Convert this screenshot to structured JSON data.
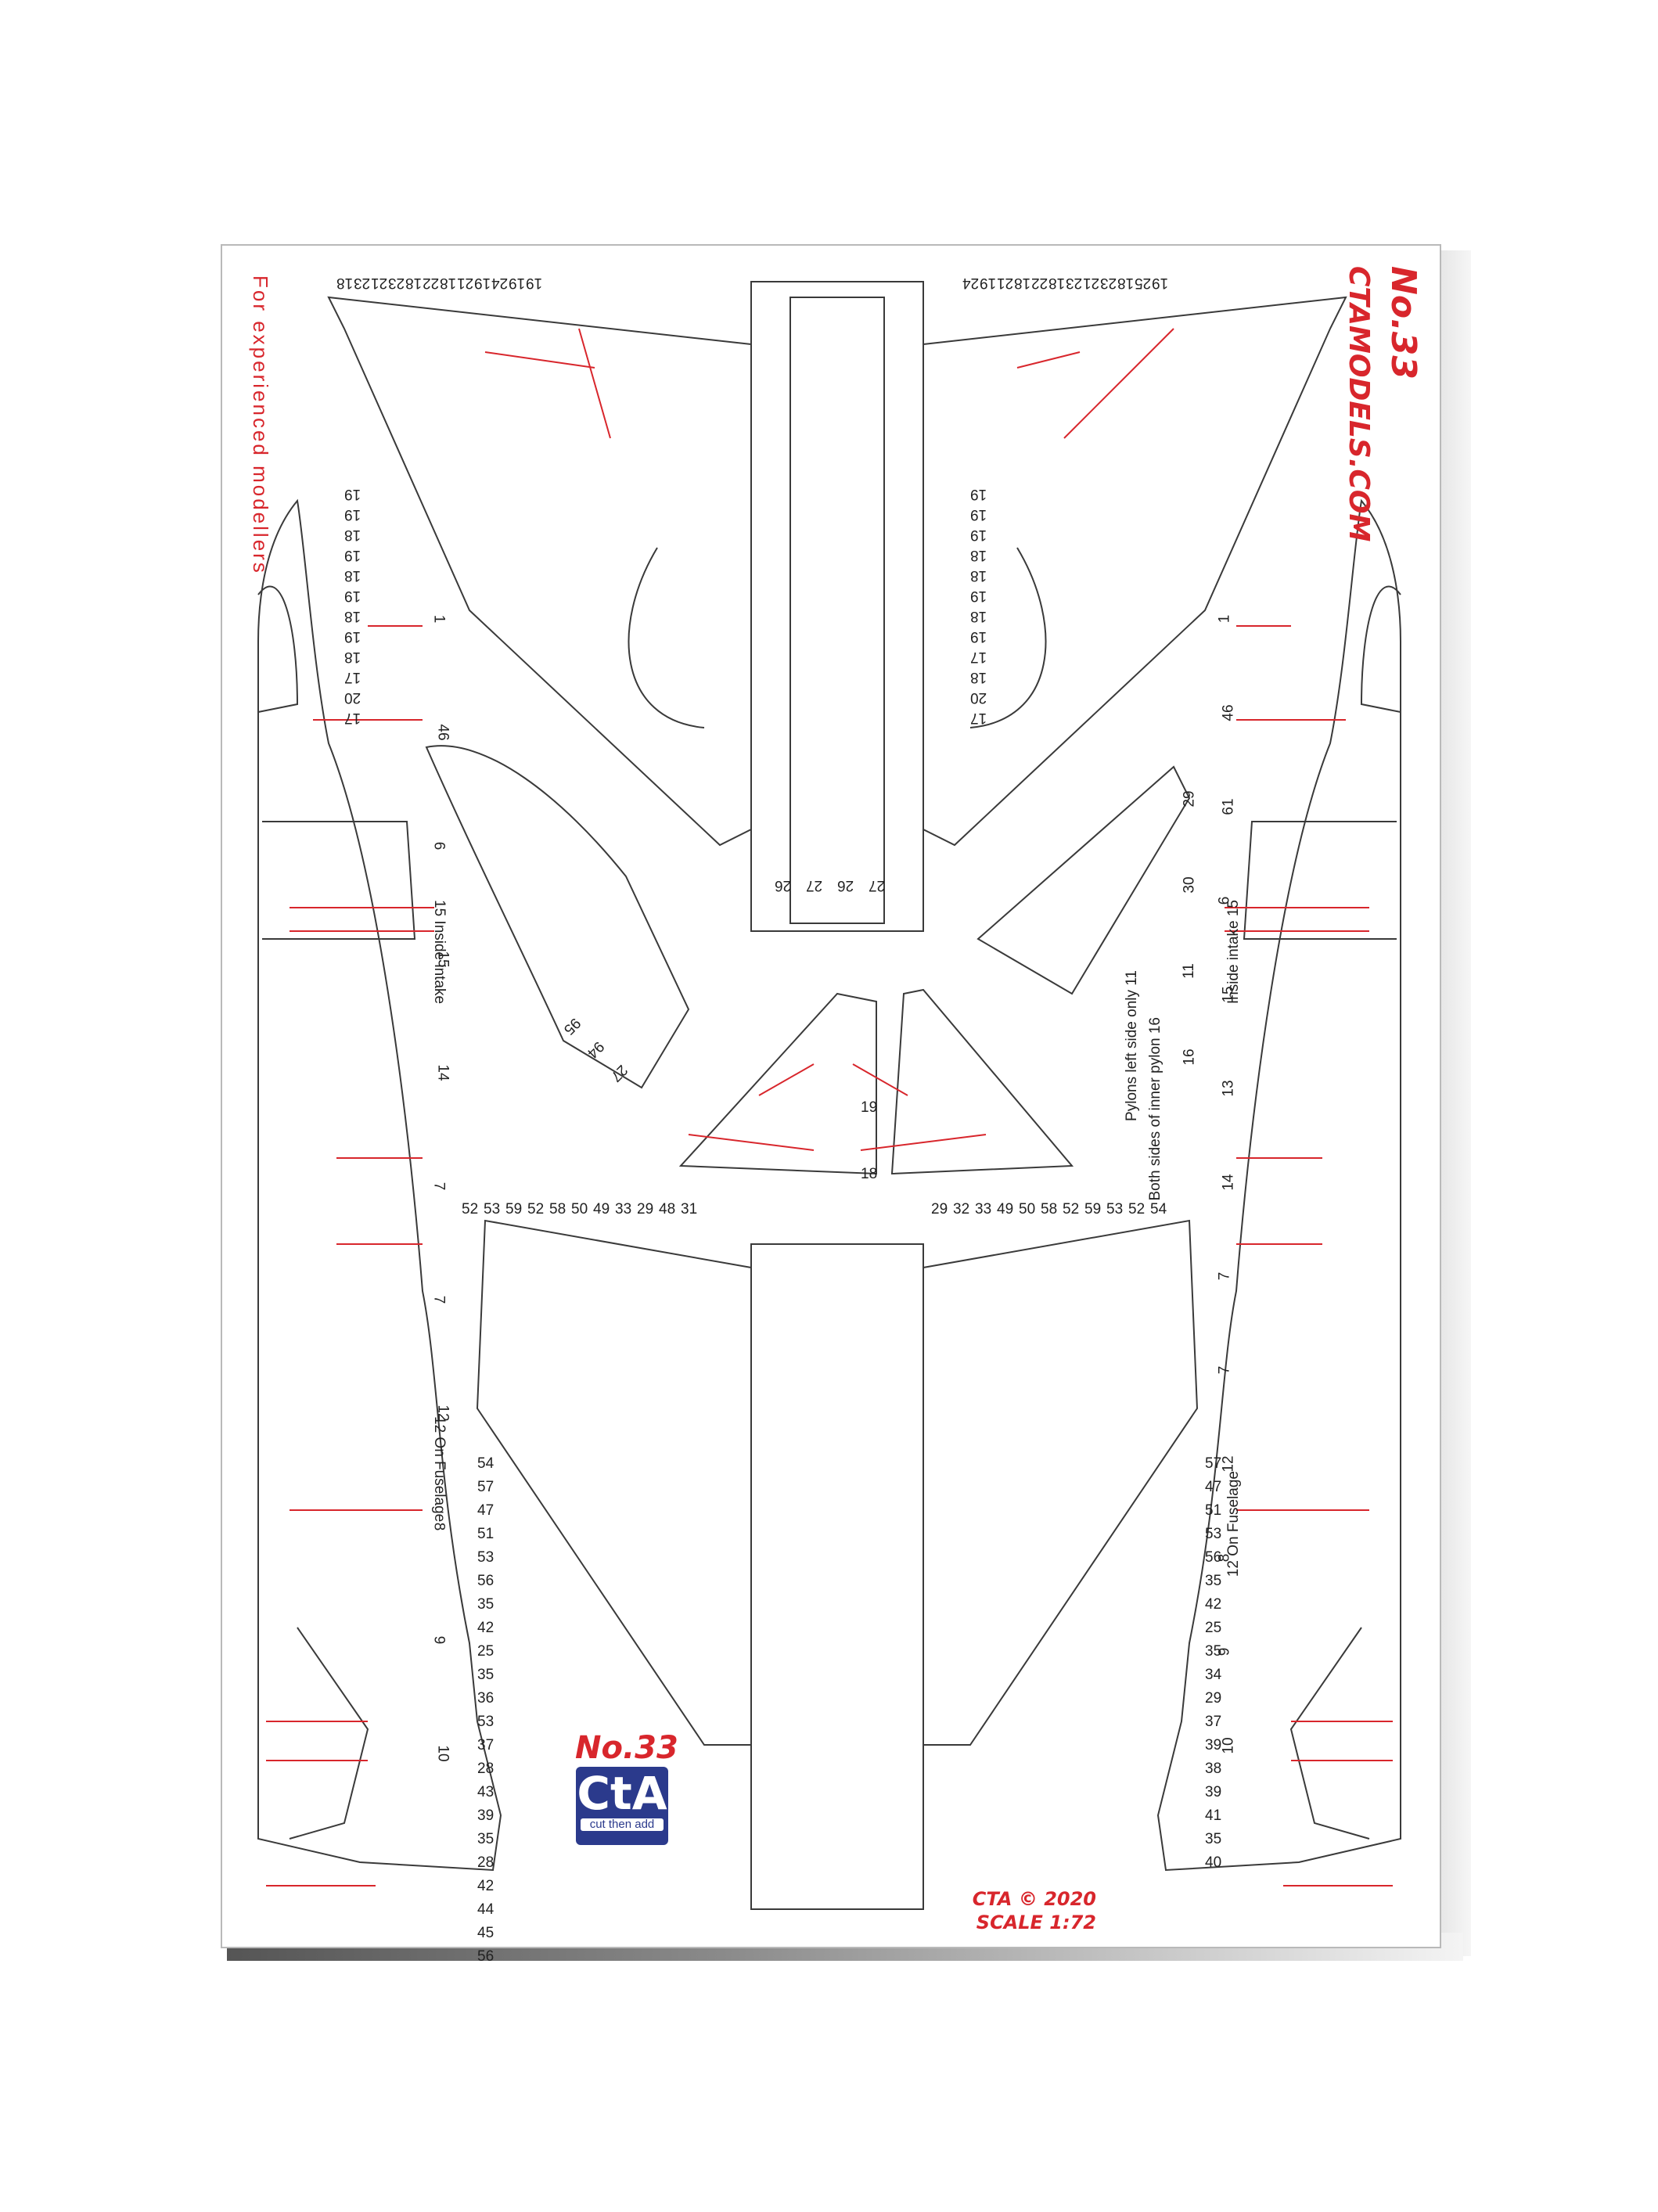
{
  "sheet": {
    "experience_note": "For experienced modellers",
    "issue_top": "No.33",
    "website": "CTAMODELS.COM",
    "issue_bottom": "No.33",
    "logo_text": "CtA",
    "logo_tagline": "cut then add",
    "copyright": "CTA  © 2020",
    "scale": "SCALE 1:72"
  },
  "notes": {
    "inside_intake_left": "15 Inside intake",
    "inside_intake_right": "Inside intake 15",
    "on_fuselage_left": "12 On Fuselage",
    "on_fuselage_right": "12 On Fuselage",
    "pylons_left": "Pylons left side only 11",
    "pylons_both": "Both sides of inner pylon 16"
  },
  "colors": {
    "accent": "#d8262c",
    "line_art": "#3a3a3a",
    "logo_blue": "#2b3a8c"
  },
  "callouts": {
    "left_profile": [
      "1",
      "46",
      "6",
      "15",
      "14",
      "7",
      "7",
      "12",
      "8",
      "9",
      "10"
    ],
    "right_profile": [
      "1",
      "46",
      "61",
      "6",
      "15",
      "13",
      "14",
      "7",
      "7",
      "12",
      "8",
      "9",
      "10"
    ],
    "top_wing_left": [
      "18",
      "23",
      "21",
      "23",
      "18",
      "22",
      "18",
      "21",
      "19",
      "24",
      "19",
      "19",
      "19",
      "19",
      "18",
      "19",
      "18",
      "19",
      "18",
      "19",
      "18",
      "17",
      "20",
      "17"
    ],
    "top_wing_right": [
      "24",
      "19",
      "21",
      "18",
      "22",
      "18",
      "23",
      "21",
      "23",
      "18",
      "25",
      "19",
      "19",
      "19",
      "19",
      "18",
      "18",
      "19",
      "18",
      "19",
      "17",
      "18",
      "20",
      "17"
    ],
    "fuselage_top": [
      "26",
      "27",
      "26",
      "27"
    ],
    "nose_detail": [
      "95",
      "94",
      "27"
    ],
    "tail_detail": [
      "29",
      "30",
      "11",
      "16"
    ],
    "stabilizers": [
      "19",
      "18"
    ],
    "bottom_wing_left": [
      "52",
      "53",
      "59",
      "52",
      "58",
      "50",
      "49",
      "33",
      "29",
      "48",
      "31",
      "54",
      "57",
      "47",
      "51",
      "53",
      "56",
      "35",
      "42",
      "25",
      "35",
      "36",
      "53",
      "37",
      "28",
      "43",
      "39",
      "35",
      "28",
      "42",
      "44",
      "45",
      "56"
    ],
    "bottom_wing_right": [
      "29",
      "32",
      "33",
      "49",
      "50",
      "58",
      "52",
      "59",
      "53",
      "52",
      "54",
      "57",
      "47",
      "51",
      "53",
      "56",
      "35",
      "42",
      "25",
      "35",
      "34",
      "29",
      "37",
      "39",
      "38",
      "39",
      "41",
      "35",
      "40"
    ]
  }
}
